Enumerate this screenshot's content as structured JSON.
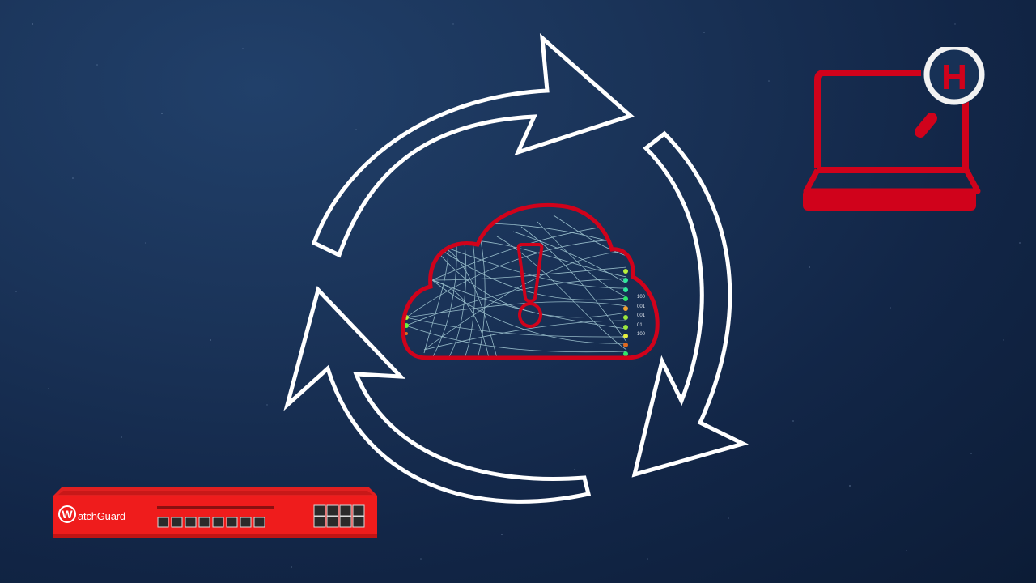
{
  "scene": {
    "description": "Security cycle illustration: WatchGuard firewall appliance, cloud threat analysis, and endpoint laptop connected by circular arrows",
    "background_colors": [
      "#21406a",
      "#1a3358",
      "#122647",
      "#0c1c36"
    ],
    "accent_red": "#d0021b",
    "arrow_color": "#ffffff"
  },
  "cycle": {
    "arrows": [
      {
        "name": "top-arrow",
        "direction": "clockwise"
      },
      {
        "name": "right-arrow",
        "direction": "clockwise"
      },
      {
        "name": "bottom-left-arrow",
        "direction": "clockwise"
      }
    ]
  },
  "cloud": {
    "icon": "cloud-icon",
    "alert_icon": "exclamation-icon",
    "node_colors": [
      "#b8f03c",
      "#2ee89a",
      "#2ee89a",
      "#2ee86a",
      "#f0a030",
      "#9be83c",
      "#9be83c",
      "#e6f03c",
      "#e06a20",
      "#2ee86a"
    ],
    "left_node_colors": [
      "#b8f03c",
      "#6cf03c"
    ],
    "binary_labels": [
      "100",
      "001",
      "001",
      "01",
      "100"
    ]
  },
  "endpoint": {
    "icon": "laptop-icon",
    "badge_letter": "H"
  },
  "firewall": {
    "brand": "atchGuard",
    "brand_initial": "W",
    "port_count_front": 8,
    "port_count_right": 8
  }
}
